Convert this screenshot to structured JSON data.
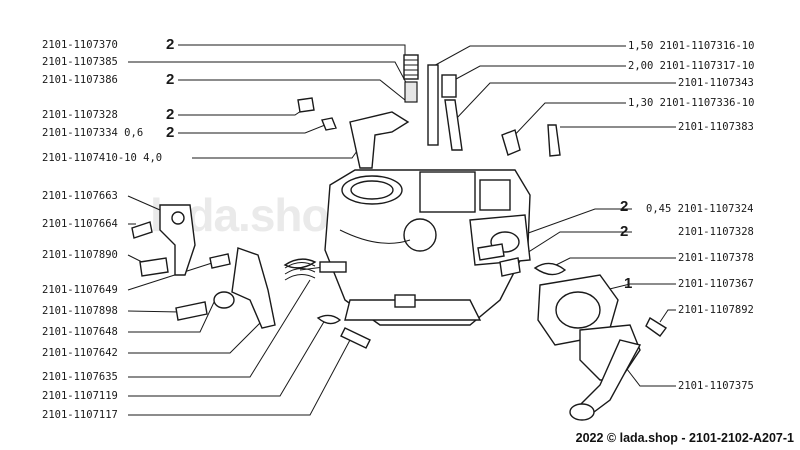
{
  "watermark": "lada.shop",
  "footer": "2022 © lada.shop - 2101-2102-A207-1",
  "left_labels": [
    {
      "code": "2101-1107370",
      "qty": "2"
    },
    {
      "code": "2101-1107385",
      "qty": ""
    },
    {
      "code": "2101-1107386",
      "qty": "2"
    },
    {
      "code": "2101-1107328",
      "qty": "2"
    },
    {
      "code": "2101-1107334 0,6",
      "qty": "2"
    },
    {
      "code": "2101-1107410-10 4,0",
      "qty": ""
    },
    {
      "code": "2101-1107663",
      "qty": ""
    },
    {
      "code": "2101-1107664",
      "qty": ""
    },
    {
      "code": "2101-1107890",
      "qty": ""
    },
    {
      "code": "2101-1107649",
      "qty": ""
    },
    {
      "code": "2101-1107898",
      "qty": ""
    },
    {
      "code": "2101-1107648",
      "qty": ""
    },
    {
      "code": "2101-1107642",
      "qty": ""
    },
    {
      "code": "2101-1107635",
      "qty": ""
    },
    {
      "code": "2101-1107119",
      "qty": ""
    },
    {
      "code": "2101-1107117",
      "qty": ""
    }
  ],
  "right_labels": [
    {
      "code": "1,50 2101-1107316-10",
      "qty": ""
    },
    {
      "code": "2,00 2101-1107317-10",
      "qty": ""
    },
    {
      "code": "2101-1107343",
      "qty": ""
    },
    {
      "code": "1,30 2101-1107336-10",
      "qty": ""
    },
    {
      "code": "2101-1107383",
      "qty": ""
    },
    {
      "code": "0,45 2101-1107324",
      "qty": "2"
    },
    {
      "code": "2101-1107328",
      "qty": "2"
    },
    {
      "code": "2101-1107378",
      "qty": ""
    },
    {
      "code": "2101-1107367",
      "qty": "1"
    },
    {
      "code": "2101-1107892",
      "qty": ""
    },
    {
      "code": "2101-1107375",
      "qty": ""
    }
  ]
}
